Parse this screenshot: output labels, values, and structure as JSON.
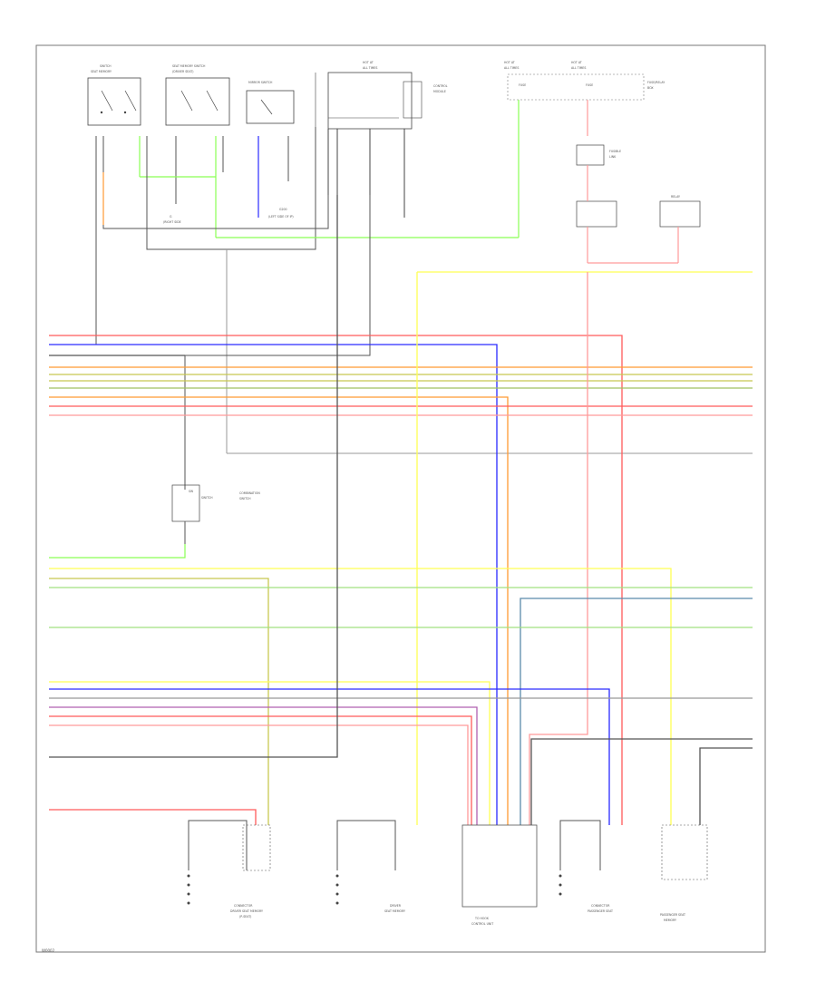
{
  "footer": {
    "code": "W0002"
  },
  "colors": {
    "wire_black": "#333333",
    "wire_dark_gray": "#555555",
    "wire_gray": "#999999",
    "wire_red": "#ff5a5a",
    "wire_pink": "#ff9a9a",
    "wire_blue": "#2a2aff",
    "wire_orange": "#ff9a33",
    "wire_olive": "#c8c850",
    "wire_yellow": "#ffff55",
    "wire_green": "#8aff55",
    "wire_light_green": "#a0e080",
    "wire_purple": "#b060b0",
    "wire_steel_blue": "#5a8aaa"
  },
  "icons": [
    "switch-icon",
    "ground-icon",
    "fuse-icon",
    "connector-icon",
    "splice-dot-icon"
  ],
  "diagram": {
    "description_components": [
      "seat memory switches (top left)",
      "mirror/control switch (top)",
      "control module with connector pins (top center)",
      "hot-at fuse/relay block (top right)",
      "horizontal harness bus lines",
      "bottom connectors and grounds"
    ]
  }
}
